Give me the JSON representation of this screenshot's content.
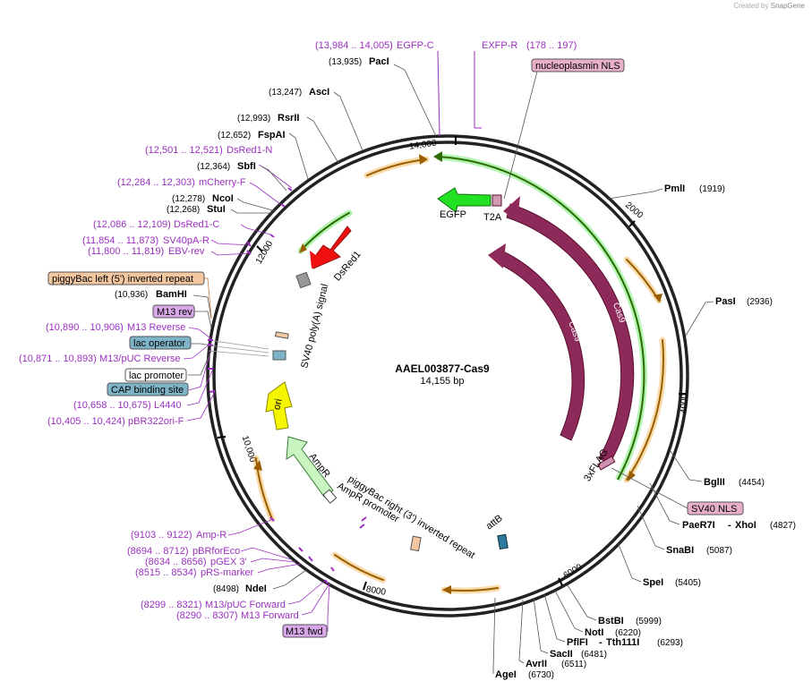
{
  "brand": {
    "created_by": "Created by",
    "name": "SnapGene"
  },
  "plasmid": {
    "name": "AAEL003877-Cas9",
    "size": "14,155 bp"
  },
  "ticks": [
    "2000",
    "4000",
    "6000",
    "8000",
    "10,000",
    "12000",
    "14,000"
  ],
  "inner_labels": {
    "egfp": "EGFP",
    "t2a": "T2A",
    "dsred1": "DsRed1",
    "cas9_a": "Cas9",
    "cas9_b": "Cas9",
    "sv40": "SV40 poly(A) signal",
    "ori": "ori",
    "ampr": "AmpR",
    "ampr_promoter": "AmpR promoter",
    "piggybac_right": "piggyBac right (3') inverted repeat",
    "attb": "attB",
    "flag": "3xFLAG"
  },
  "boxed_labels": {
    "nucleoplasmin": "nucleoplasmin NLS",
    "sv40_nls": "SV40 NLS",
    "piggybac_left": "piggyBac left (5') inverted repeat",
    "m13rev": "M13 rev",
    "lac_operator": "lac operator",
    "lac_promoter": "lac promoter",
    "cap": "CAP binding site",
    "m13fwd": "M13 fwd"
  },
  "top_features": {
    "egfpc_pos": "(13,984 .. 14,005)",
    "egfpc_name": "EGFP-C",
    "exfpr_name": "EXFP-R",
    "exfpr_pos": "(178 .. 197)"
  },
  "left_sites": [
    {
      "pos": "(13,935)",
      "name": "PacI"
    },
    {
      "pos": "(13,247)",
      "name": "AscI"
    },
    {
      "pos": "(12,993)",
      "name": "RsrII"
    },
    {
      "pos": "(12,652)",
      "name": "FspAI"
    },
    {
      "pos": "(12,501 .. 12,521)",
      "name": "DsRed1-N"
    },
    {
      "pos": "(12,364)",
      "name": "SbfI"
    },
    {
      "pos": "(12,284 .. 12,303)",
      "name": "mCherry-F"
    },
    {
      "pos": "(12,278)",
      "name": "NcoI"
    },
    {
      "pos": "(12,268)",
      "name": "StuI"
    },
    {
      "pos": "(12,086 .. 12,109)",
      "name": "DsRed1-C"
    },
    {
      "pos": "(11,854 .. 11,873)",
      "name": "SV40pA-R"
    },
    {
      "pos": "(11,800 .. 11,819)",
      "name": "EBV-rev"
    },
    {
      "pos": "(10,936)",
      "name": "BamHI"
    },
    {
      "pos": "(10,890 .. 10,906)",
      "name": "M13 Reverse"
    },
    {
      "pos": "(10,871 .. 10,893)",
      "name": "M13/pUC Reverse"
    },
    {
      "pos": "(10,658 .. 10,675)",
      "name": "L4440"
    },
    {
      "pos": "(10,405 .. 10,424)",
      "name": "pBR322ori-F"
    },
    {
      "pos": "(9103 .. 9122)",
      "name": "Amp-R"
    },
    {
      "pos": "(8694 .. 8712)",
      "name": "pBRforEco"
    },
    {
      "pos": "(8634 .. 8656)",
      "name": "pGEX 3'"
    },
    {
      "pos": "(8515 .. 8534)",
      "name": "pRS-marker"
    },
    {
      "pos": "(8498)",
      "name": "NdeI"
    },
    {
      "pos": "(8299 .. 8321)",
      "name": "M13/pUC Forward"
    },
    {
      "pos": "(8290 .. 8307)",
      "name": "M13 Forward"
    }
  ],
  "right_sites": [
    {
      "name": "PmlI",
      "pos": "(1919)"
    },
    {
      "name": "PasI",
      "pos": "(2936)"
    },
    {
      "name": "BglII",
      "pos": "(4454)"
    },
    {
      "name": "PaeR7I",
      "sep": "-",
      "name2": "XhoI",
      "pos": "(4827)"
    },
    {
      "name": "SnaBI",
      "pos": "(5087)"
    },
    {
      "name": "SpeI",
      "pos": "(5405)"
    },
    {
      "name": "BstBI",
      "pos": "(5999)"
    },
    {
      "name": "NotI",
      "pos": "(6220)"
    },
    {
      "name": "PflFI",
      "sep": "-",
      "name2": "Tth111I",
      "pos": "(6293)"
    },
    {
      "name": "SacII",
      "pos": "(6481)"
    },
    {
      "name": "AvrII",
      "pos": "(6511)"
    },
    {
      "name": "AgeI",
      "pos": "(6730)"
    }
  ],
  "colors": {
    "backbone": "#222222",
    "cas9": "#8e2a5a",
    "egfp": "#22e022",
    "dsred": "#f01010",
    "ori": "#f5f500",
    "ampr": "#c8f5c0",
    "orf": "#f0b24a",
    "primer": "#9b30c0",
    "lac_box": "#7fb4c8",
    "piggybac_box": "#f3c8a0",
    "pink_box": "#e8b0c8",
    "purple_box": "#d9a8e8"
  }
}
